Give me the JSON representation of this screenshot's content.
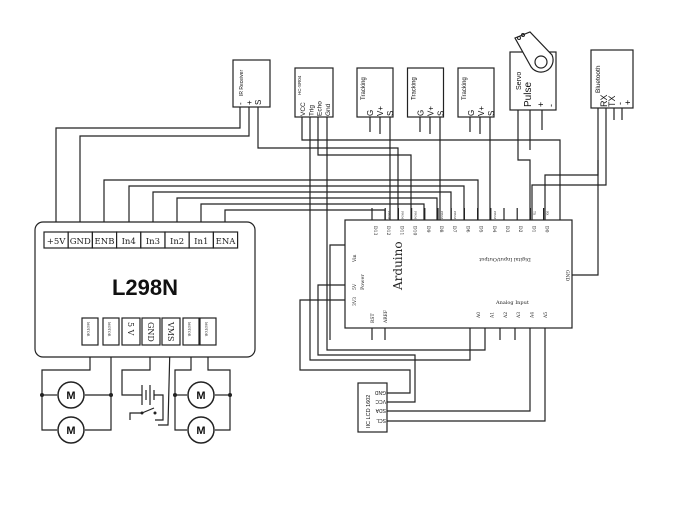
{
  "l298n": {
    "title": "L298N",
    "top_terminals": [
      "+5V",
      "GND",
      "ENB",
      "In4",
      "In3",
      "In2",
      "In1",
      "ENA"
    ],
    "bottom_terminals": [
      "MOTOR",
      "MOTOR",
      "5 V",
      "GND",
      "VMS",
      "MOTOR",
      "MOTOR"
    ]
  },
  "motor_label": "M",
  "arduino": {
    "title": "Arduino",
    "digital_pins": [
      "D13",
      "D12",
      "D11",
      "D10",
      "D9",
      "D8",
      "D7",
      "D6",
      "D5",
      "D4",
      "D3",
      "D2",
      "D1",
      "D0"
    ],
    "digital_label": "Digital Input/Output",
    "power_label": "Power",
    "power_pins": [
      "Vin",
      "5V",
      "3V3"
    ],
    "analog_label": "Analog Input",
    "analog_pins": [
      "A0",
      "A1",
      "A2",
      "A3",
      "A4",
      "A5"
    ],
    "other_pins": [
      "RST",
      "AREF",
      "GND"
    ],
    "pwm_mark": "PWM",
    "rx_mark": "RX",
    "tx_mark": "TX"
  },
  "ir_receiver": {
    "title": "IR Receiver",
    "pins": [
      "-",
      "+",
      "S"
    ]
  },
  "ultrasonic": {
    "title": "HC-SR04",
    "pins": [
      "VCC",
      "Trig",
      "Echo",
      "Gnd"
    ]
  },
  "tracking": [
    {
      "title": "Tracking",
      "pins": [
        "G",
        "V+",
        "S"
      ]
    },
    {
      "title": "Tracking",
      "pins": [
        "G",
        "V+",
        "S"
      ]
    },
    {
      "title": "Tracking",
      "pins": [
        "G",
        "V+",
        "S"
      ]
    }
  ],
  "servo": {
    "title": "Servo",
    "pins": [
      "Pulse",
      "+",
      "-"
    ]
  },
  "bluetooth": {
    "title": "Bluetooth",
    "pins": [
      "RX",
      "TX",
      "-",
      "+"
    ]
  },
  "lcd": {
    "title": "IIC LCD 1602",
    "pins": [
      "GND",
      "VCC",
      "SDA",
      "SCL"
    ]
  }
}
